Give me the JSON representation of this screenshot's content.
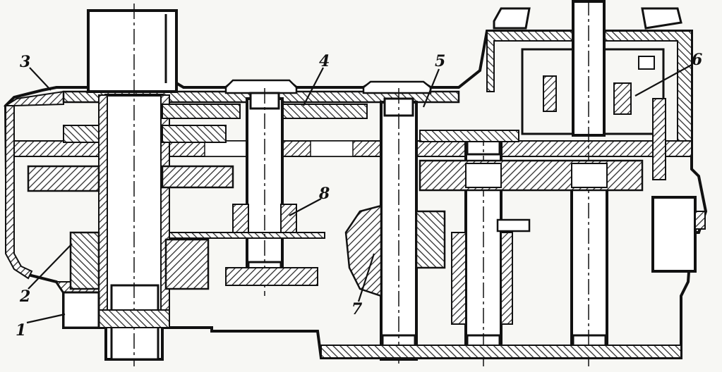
{
  "drawing": {
    "callouts": [
      {
        "id": "c1",
        "label": "1"
      },
      {
        "id": "c2",
        "label": "2"
      },
      {
        "id": "c3",
        "label": "3"
      },
      {
        "id": "c4",
        "label": "4"
      },
      {
        "id": "c5",
        "label": "5"
      },
      {
        "id": "c6",
        "label": "6"
      },
      {
        "id": "c7",
        "label": "7"
      },
      {
        "id": "c8",
        "label": "8"
      }
    ],
    "colors": {
      "ink": "#111111",
      "hatch": "#3a3a3a",
      "paper": "#f7f7f4"
    }
  }
}
